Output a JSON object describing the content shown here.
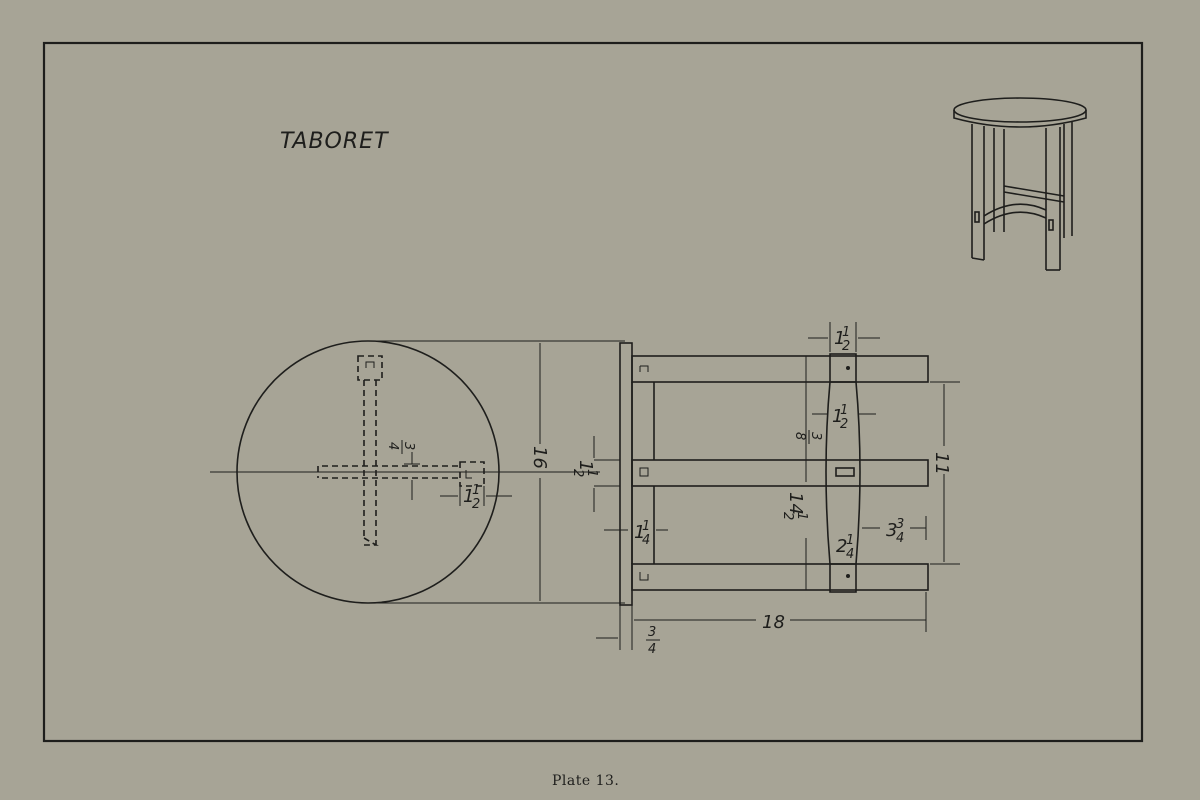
{
  "plate": {
    "title": "TABORET",
    "caption": "Plate 13."
  },
  "dimensions": {
    "top_diameter": "16",
    "cross_width_num": "3",
    "cross_width_den": "4",
    "notch_width_whole": "1",
    "notch_width_num": "1",
    "notch_width_den": "2",
    "leg_spacing_whole": "1",
    "leg_spacing_num": "1",
    "leg_spacing_den": "2",
    "top_thick_whole": "1",
    "top_thick_num": "1",
    "top_thick_den": "4",
    "overhang_num": "3",
    "overhang_den": "4",
    "overall_height": "18",
    "leg_width_whole": "1",
    "leg_width_num": "1",
    "leg_width_den": "2",
    "stretcher_whole": "1",
    "stretcher_num": "1",
    "stretcher_den": "2",
    "tenon_num": "3",
    "tenon_den": "8",
    "leg_span_whole": "14",
    "leg_span_num": "1",
    "leg_span_den": "2",
    "stretcher_height": "11",
    "curve_depth_whole": "2",
    "curve_depth_num": "1",
    "curve_depth_den": "4",
    "base_offset_whole": "3",
    "base_offset_num": "3",
    "base_offset_den": "4"
  }
}
